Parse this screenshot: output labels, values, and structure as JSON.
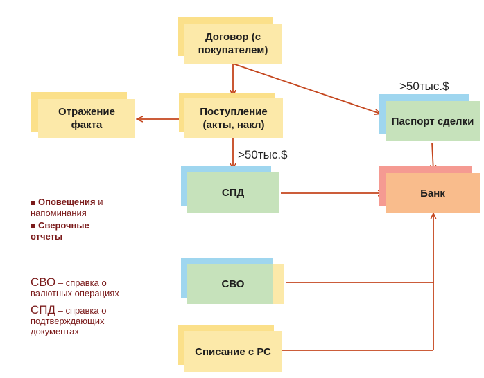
{
  "nodes": {
    "dogovor": "Договор (с покупателем)",
    "otrazhenie": "Отражение факта",
    "postuplenie": "Поступление (акты, накл)",
    "pasport": "Паспорт сделки",
    "spd": "СПД",
    "bank": "Банк",
    "svo": "СВО",
    "spisanie": "Списание с РС"
  },
  "conditions": {
    "pasport_threshold": ">50тыс.$",
    "spd_threshold": ">50тыс.$"
  },
  "legend": {
    "item1_bold": "Оповещения",
    "item1_rest": " и напоминания",
    "item2_bold": "Сверочные отчеты"
  },
  "abbreviations": {
    "svo_term": "СВО",
    "svo_def": " – справка о валютных операциях",
    "spd_term": "СПД",
    "spd_def": " – справка о подтверждающих документах"
  },
  "colors": {
    "arrow": "#c4461e",
    "legend_text": "#7a1a1a"
  }
}
